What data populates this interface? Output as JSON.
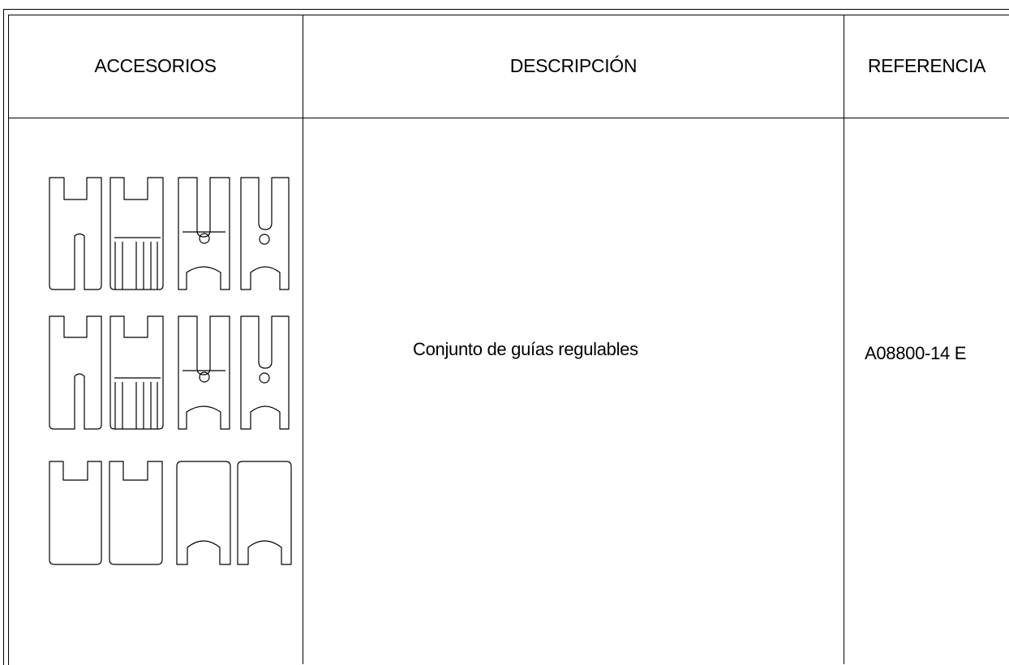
{
  "table": {
    "headers": {
      "accessories": "ACCESORIOS",
      "description": "DESCRIPCIÓN",
      "reference": "REFERENCIA"
    },
    "rows": [
      {
        "description": "Conjunto de guías regulables",
        "reference": "A08800-14 E"
      }
    ]
  }
}
